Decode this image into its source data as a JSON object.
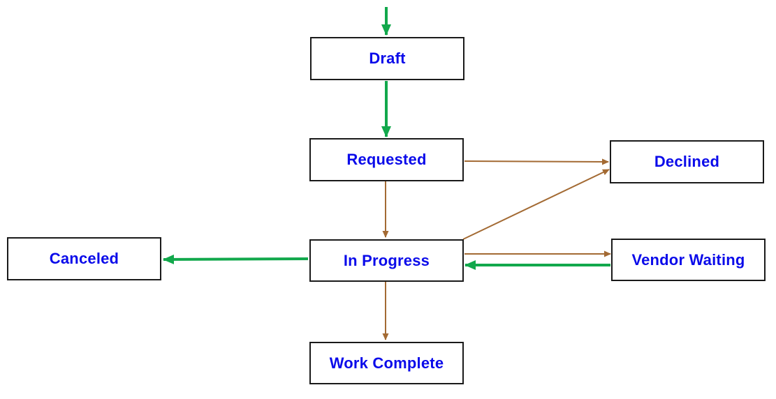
{
  "colors": {
    "primary_flow": "#12a84c",
    "secondary_flow": "#a36a33",
    "label": "#0b0bea",
    "border": "#1a1a1a"
  },
  "nodes": {
    "draft": "Draft",
    "requested": "Requested",
    "declined": "Declined",
    "in_progress": "In Progress",
    "canceled": "Canceled",
    "vendor_waiting": "Vendor Waiting",
    "work_complete": "Work Complete"
  },
  "edges": [
    {
      "from": "start",
      "to": "draft",
      "style": "primary_flow"
    },
    {
      "from": "draft",
      "to": "requested",
      "style": "primary_flow"
    },
    {
      "from": "requested",
      "to": "declined",
      "style": "secondary_flow"
    },
    {
      "from": "requested",
      "to": "in_progress",
      "style": "secondary_flow"
    },
    {
      "from": "in_progress",
      "to": "declined",
      "style": "secondary_flow"
    },
    {
      "from": "in_progress",
      "to": "vendor_waiting",
      "style": "secondary_flow"
    },
    {
      "from": "vendor_waiting",
      "to": "in_progress",
      "style": "primary_flow"
    },
    {
      "from": "in_progress",
      "to": "canceled",
      "style": "primary_flow"
    },
    {
      "from": "in_progress",
      "to": "work_complete",
      "style": "secondary_flow"
    }
  ]
}
